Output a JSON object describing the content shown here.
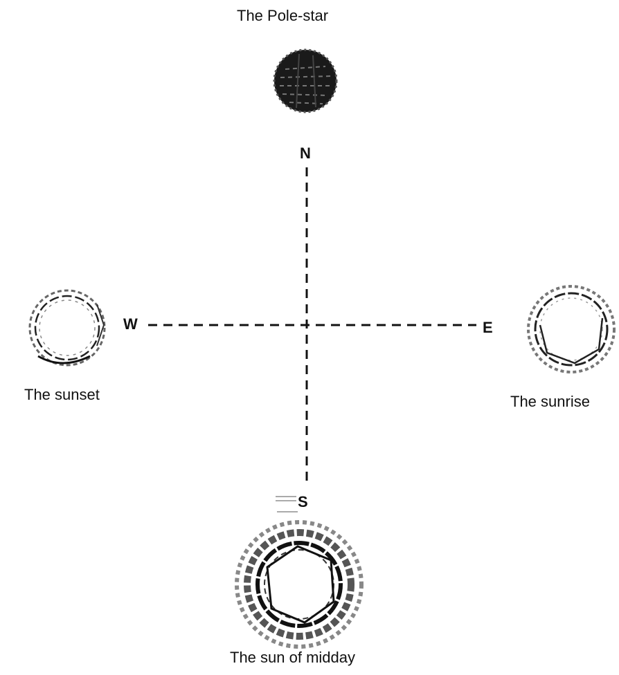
{
  "labels": {
    "pole_star": "The Pole-star",
    "sunset": "The sunset",
    "sunrise": "The sunrise",
    "midday_sun": "The sun of midday"
  },
  "directions": {
    "north": "N",
    "south": "S",
    "east": "E",
    "west": "W"
  },
  "colors": {
    "ink": "#111111",
    "background": "#ffffff"
  }
}
